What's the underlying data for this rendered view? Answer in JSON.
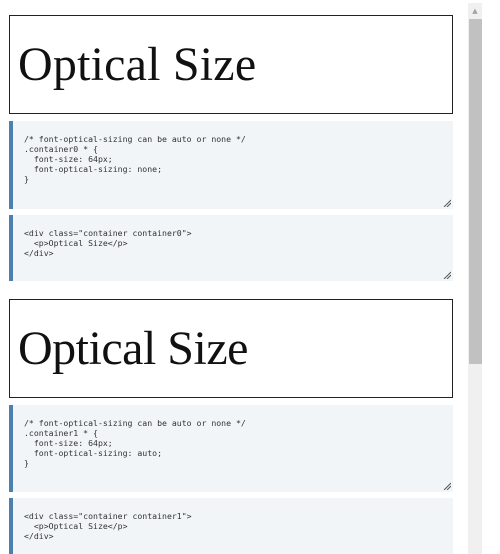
{
  "examples": [
    {
      "preview_text": "Optical Size",
      "css_code": "/* font-optical-sizing can be auto or none */\n.container0 * {\n  font-size: 64px;\n  font-optical-sizing: none;\n}",
      "html_code": "<div class=\"container container0\">\n  <p>Optical Size</p>\n</div>"
    },
    {
      "preview_text": "Optical Size",
      "css_code": "/* font-optical-sizing can be auto or none */\n.container1 * {\n  font-size: 64px;\n  font-optical-sizing: auto;\n}",
      "html_code": "<div class=\"container container1\">\n  <p>Optical Size</p>\n</div>"
    }
  ],
  "scrollbar": {
    "up_arrow_icon": "triangle-up-icon",
    "thumb_fraction": 0.62
  },
  "colors": {
    "code_background": "#f1f5f7",
    "code_accent": "#4c80ad",
    "scroll_thumb": "#c1c1c1"
  }
}
